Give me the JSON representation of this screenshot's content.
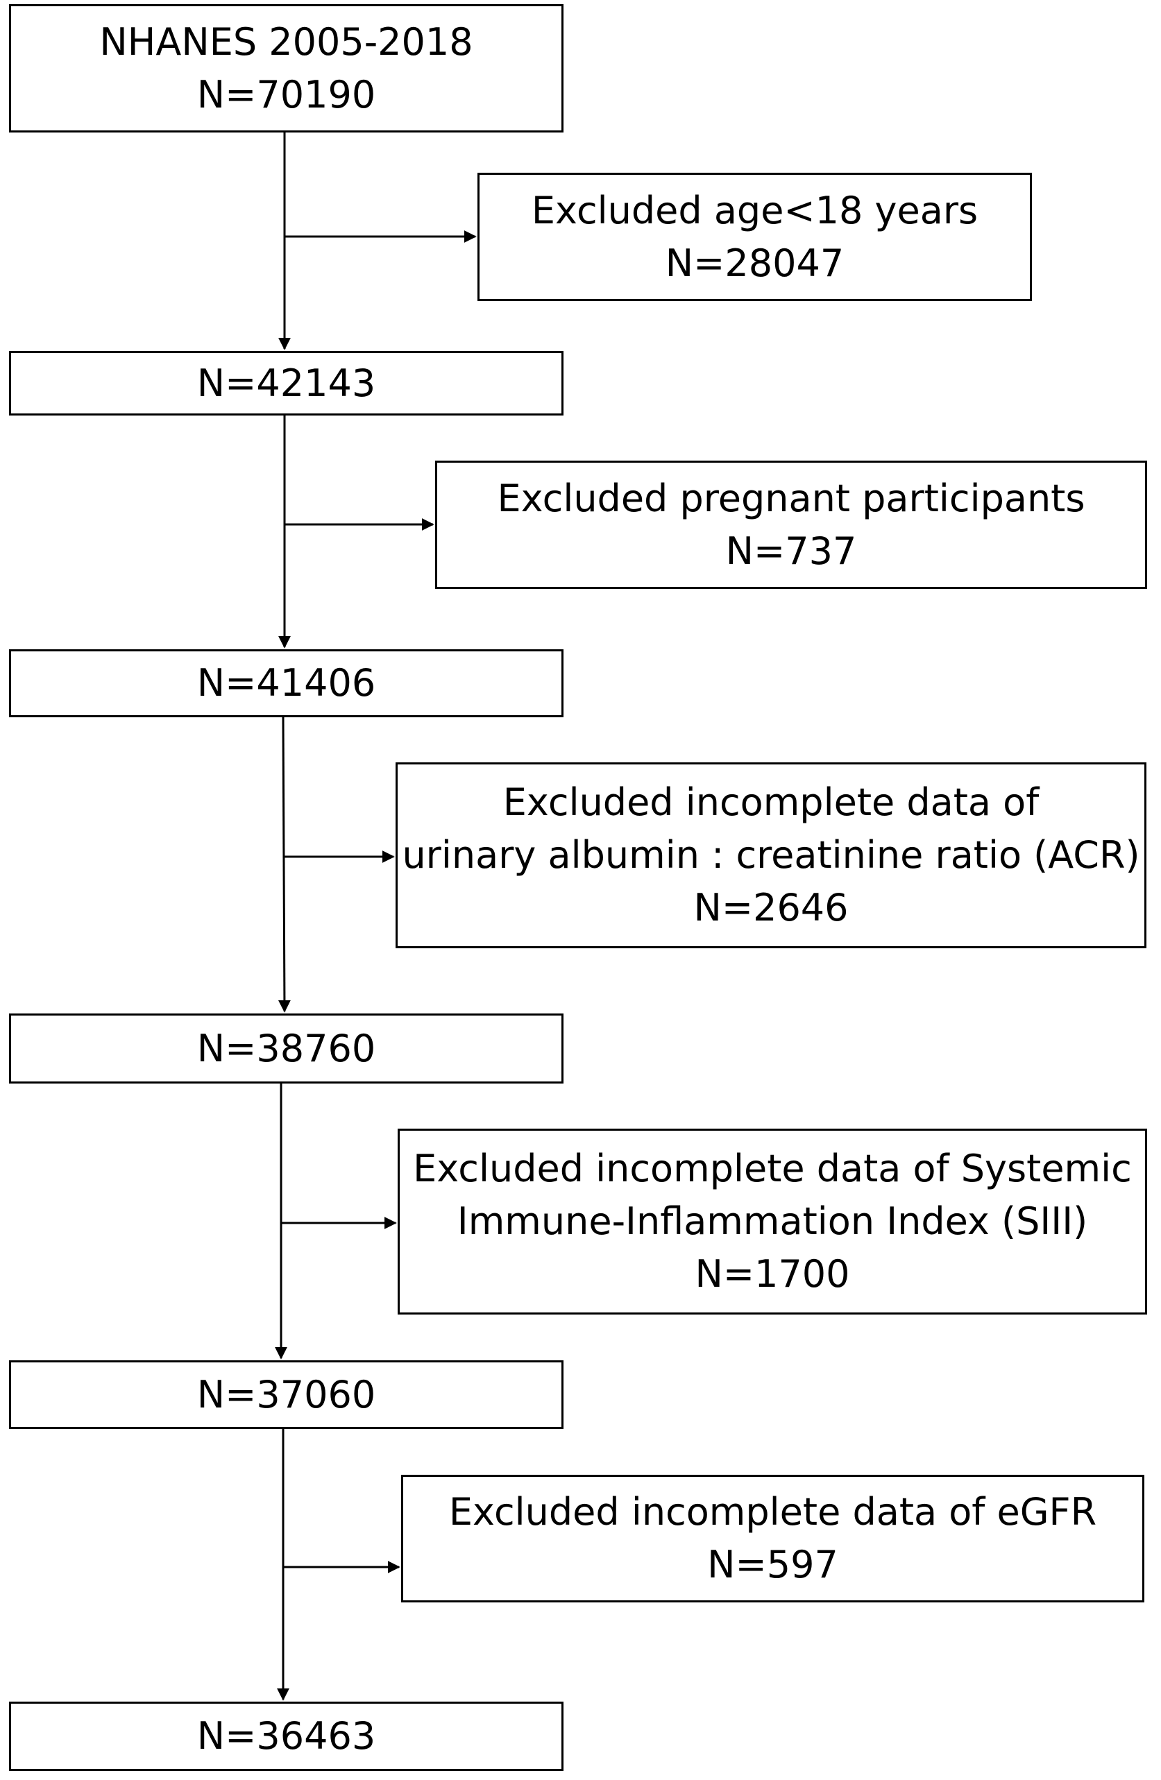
{
  "flowchart": {
    "main_boxes": [
      {
        "lines": [
          "NHANES 2005-2018",
          "N=70190"
        ]
      },
      {
        "lines": [
          "N=42143"
        ]
      },
      {
        "lines": [
          "N=41406"
        ]
      },
      {
        "lines": [
          "N=38760"
        ]
      },
      {
        "lines": [
          "N=37060"
        ]
      },
      {
        "lines": [
          "N=36463"
        ]
      }
    ],
    "exclusion_boxes": [
      {
        "lines": [
          "Excluded age<18 years",
          "N=28047"
        ]
      },
      {
        "lines": [
          "Excluded pregnant participants",
          "N=737"
        ]
      },
      {
        "lines": [
          "Excluded incomplete data of",
          "urinary albumin : creatinine ratio (ACR)",
          "N=2646"
        ]
      },
      {
        "lines": [
          "Excluded incomplete data of Systemic",
          "Immune-Inflammation Index (SIII)",
          "N=1700"
        ]
      },
      {
        "lines": [
          "Excluded incomplete data of eGFR",
          "N=597"
        ]
      }
    ],
    "colors": {
      "line": "#000000",
      "box_border": "#000000",
      "background": "#ffffff"
    }
  }
}
